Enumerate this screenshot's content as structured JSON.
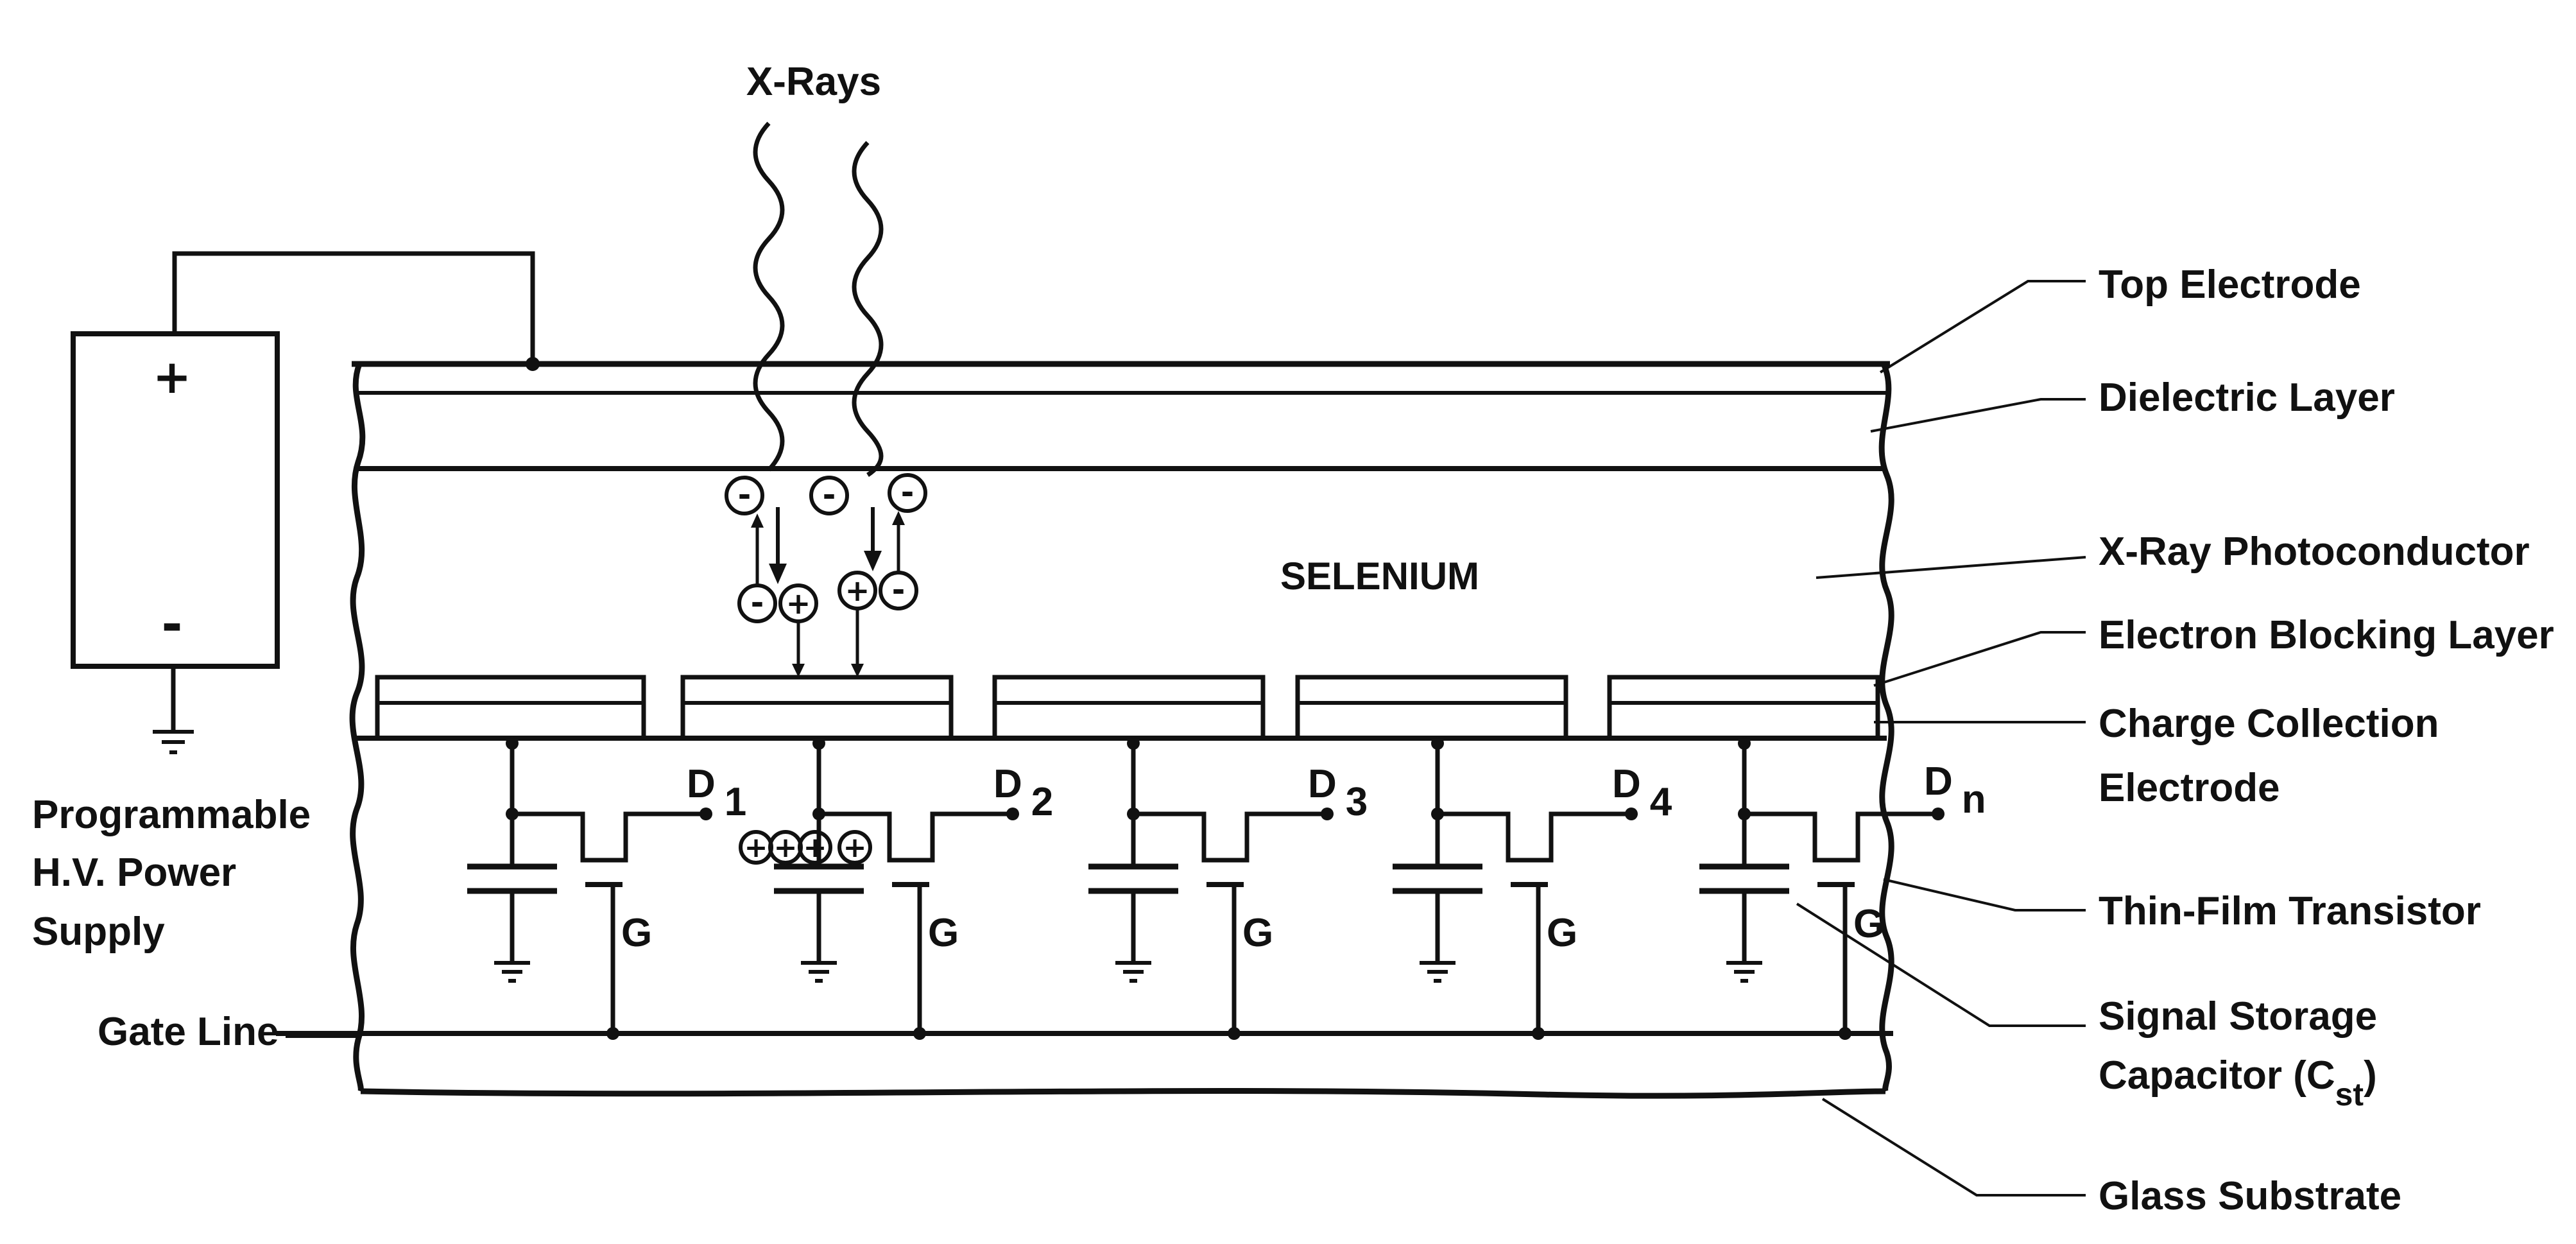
{
  "figure": {
    "xray_label": "X-Rays",
    "material_label": "SELENIUM",
    "supply_plus": "+",
    "supply_minus": "-",
    "supply_label_lines": [
      "Programmable",
      "H.V. Power",
      "Supply"
    ],
    "gate_line_label": "Gate Line",
    "gate_symbol": "G",
    "drain_symbol": "D",
    "drain_subscripts": [
      "1",
      "2",
      "3",
      "4",
      "n"
    ],
    "charge_negative": "-",
    "charge_positive": "+",
    "layer_labels": {
      "top_electrode": "Top Electrode",
      "dielectric_layer": "Dielectric Layer",
      "xray_photoconductor": "X-Ray Photoconductor",
      "electron_blocking_layer": "Electron Blocking Layer",
      "charge_collection_line1": "Charge Collection",
      "charge_collection_line2": "Electrode",
      "thin_film_transistor": "Thin-Film Transistor",
      "storage_capacitor_line1": "Signal Storage",
      "storage_capacitor_line2_prefix": "Capacitor (C",
      "storage_capacitor_subscript": "st",
      "storage_capacitor_suffix": ")",
      "glass_substrate": "Glass Substrate"
    },
    "colors": {
      "ink": "#111111",
      "background": "#ffffff"
    }
  }
}
